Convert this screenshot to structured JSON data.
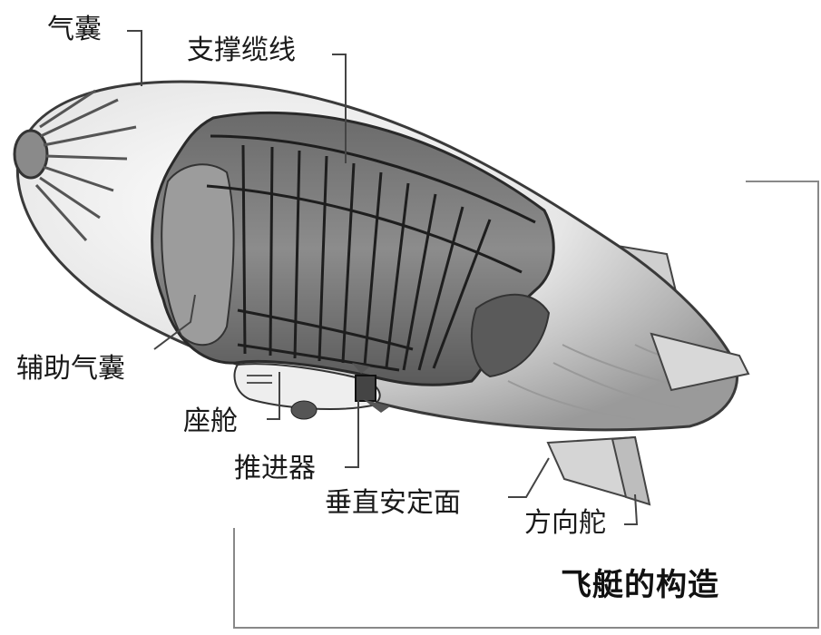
{
  "title": "飞艇的构造",
  "labels": {
    "envelope": "气囊",
    "support_cables": "支撑缆线",
    "ballonet": "辅助气囊",
    "cabin": "座舱",
    "propeller": "推进器",
    "vertical_stabilizer": "垂直安定面",
    "rudder": "方向舵"
  }
}
